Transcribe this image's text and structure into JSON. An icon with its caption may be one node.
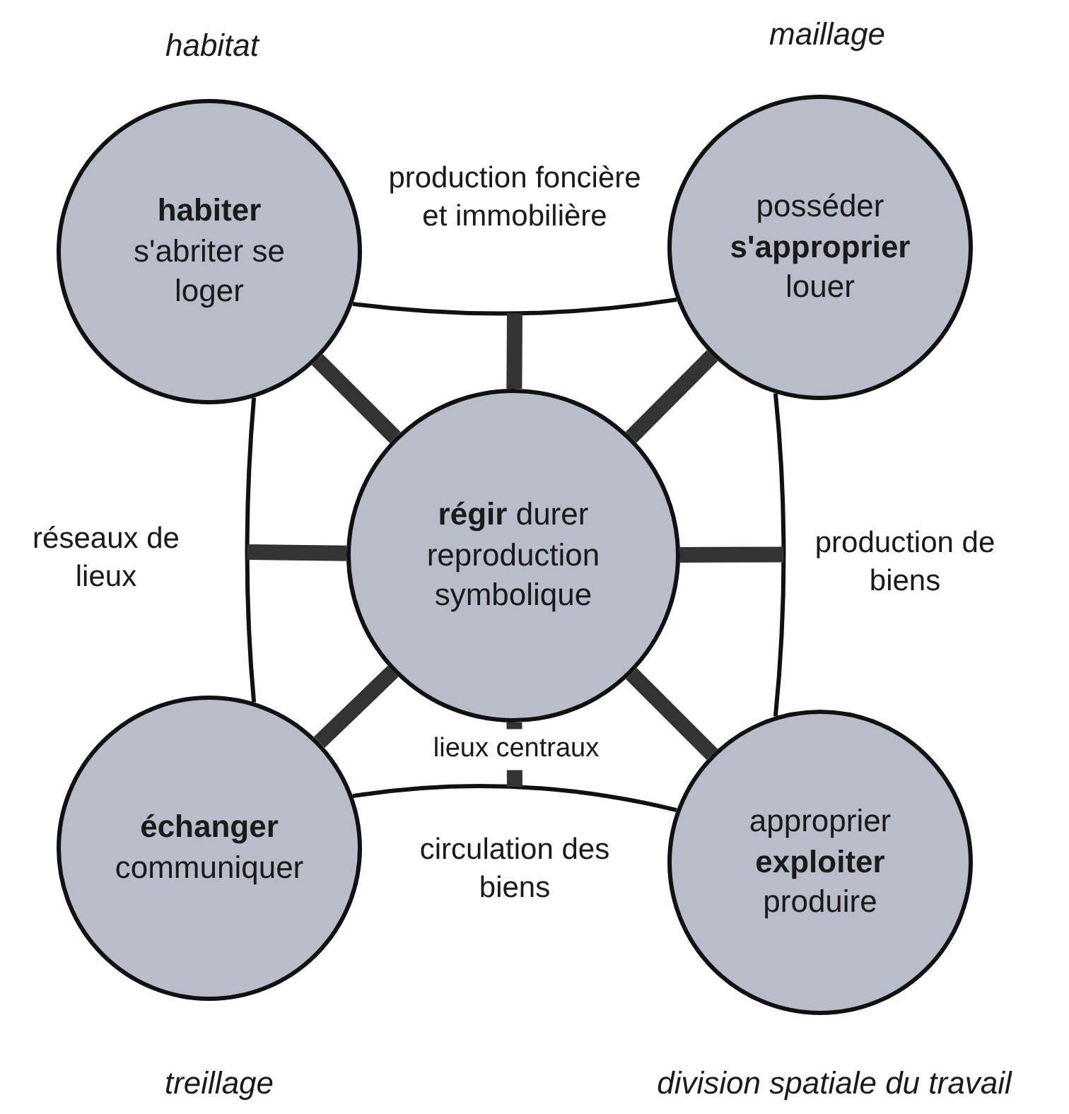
{
  "diagram": {
    "nodes": [
      {
        "text": [
          "**habiter** s'abriter se loger"
        ],
        "beside": [
          "habitat"
        ]
      },
      {
        "text": [
          "posséder **s'approprier** louer"
        ],
        "beside": [
          "maillage"
        ]
      },
      {
        "text": [
          "**régir** durer reproduction symbolique"
        ]
      },
      {
        "text": [
          "**échanger** communiquer"
        ],
        "beside": [
          "treillage"
        ]
      },
      {
        "text": [
          "approprier **exploiter** produire"
        ],
        "beside": [
          "division spatiale du travail"
        ]
      }
    ],
    "edges": [
      {
        "from": 0,
        "to": 1,
        "arrow": "none",
        "label": "production foncière et immobilière"
      },
      {
        "from": 0,
        "to": 3,
        "arrow": "none",
        "label": "réseaux de lieux"
      },
      {
        "from": 1,
        "to": 4,
        "arrow": "none",
        "label": "production de biens"
      },
      {
        "from": 3,
        "to": 4,
        "arrow": "none",
        "label": "circulation des biens"
      },
      {
        "from": 2,
        "to": 0,
        "arrow": "none"
      },
      {
        "from": 2,
        "to": 1,
        "arrow": "none"
      },
      {
        "from": 2,
        "to": 3,
        "arrow": "none"
      },
      {
        "from": 2,
        "to": 4,
        "arrow": "none"
      },
      {
        "from": 2,
        "to": null,
        "arrow": "none"
      },
      {
        "from": 2,
        "to": null,
        "arrow": "none"
      },
      {
        "from": 2,
        "to": null,
        "arrow": "none"
      },
      {
        "from": 2,
        "to": null,
        "arrow": "none"
      }
    ],
    "labels": [
      "lieux centraux"
    ]
  }
}
